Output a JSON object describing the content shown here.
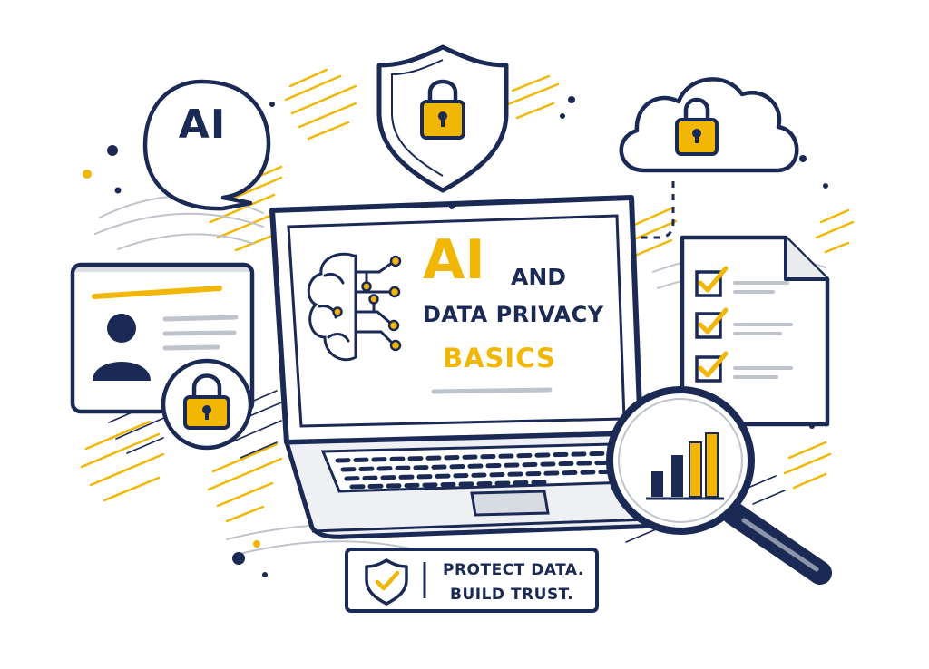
{
  "bubble": {
    "label": "AI"
  },
  "screen": {
    "title_ai": "AI",
    "title_and": "AND",
    "title_line2": "DATA PRIVACY",
    "title_line3": "BASICS"
  },
  "banner": {
    "line1": "PROTECT DATA.",
    "line2": "BUILD TRUST."
  },
  "icons": [
    "speech-bubble-icon",
    "shield-lock-icon",
    "cloud-lock-icon",
    "laptop-icon",
    "brain-circuit-icon",
    "id-card-icon",
    "padlock-icon",
    "checklist-document-icon",
    "magnifier-chart-icon",
    "shield-check-icon"
  ],
  "colors": {
    "navy": "#1b2a55",
    "yellow": "#f2b705",
    "gray": "#bfc4cc"
  }
}
